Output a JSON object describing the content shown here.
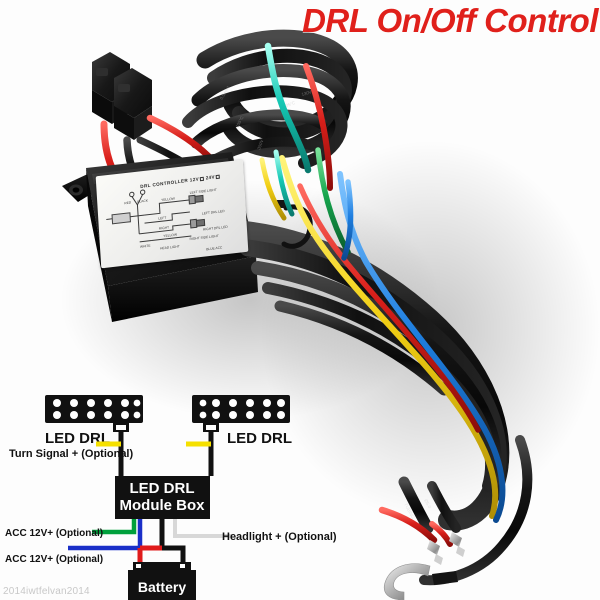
{
  "title": "DRL On/Off Control",
  "watermark": "2014iwtfelvan2014",
  "colors": {
    "title_red": "#e0201b",
    "wire_yellow": "#f5e000",
    "wire_green": "#00a03c",
    "wire_blue": "#1a2fc8",
    "wire_red": "#e01b1b",
    "wire_black": "#000000",
    "wire_white": "#d8d8d8",
    "wire_teal": "#18c9b0",
    "box_black": "#101010",
    "background": "#fdfdfd"
  },
  "controller_label": {
    "heading": "DRL CONTROLLER",
    "voltage_12v": "12V",
    "voltage_24v": "24V",
    "terminals": {
      "red": "RED",
      "black": "BLACK"
    },
    "schematic_labels": [
      "YELLOW",
      "LEFT SIDE LIGHT",
      "LEFT",
      "LEFT DRL LED",
      "RIGHT",
      "RIGHT DRL LED",
      "YELLOW",
      "RIGHT SIDE LIGHT",
      "WHITE",
      "HEAD LIGHT",
      "BLUE ACC"
    ]
  },
  "diagram": {
    "led_left_label": "LED DRL",
    "led_right_label": "LED DRL",
    "module_line1": "LED DRL",
    "module_line2": "Module Box",
    "battery_label": "Battery",
    "turn_signal_label": "Turn Signal + (Optional)",
    "acc_label_1": "ACC 12V+ (Optional)",
    "acc_label_2": "ACC 12V+ (Optional)",
    "headlight_label": "Headlight + (Optional)",
    "led_rows": 2,
    "led_cols": 6
  },
  "photo": {
    "description": "DRL controller module with wiring harness",
    "parts": [
      "controller-module",
      "connector-plug-left",
      "connector-plug-right",
      "coiled-harness",
      "ring-terminal",
      "spade-terminal-red",
      "spade-terminal-black"
    ]
  }
}
